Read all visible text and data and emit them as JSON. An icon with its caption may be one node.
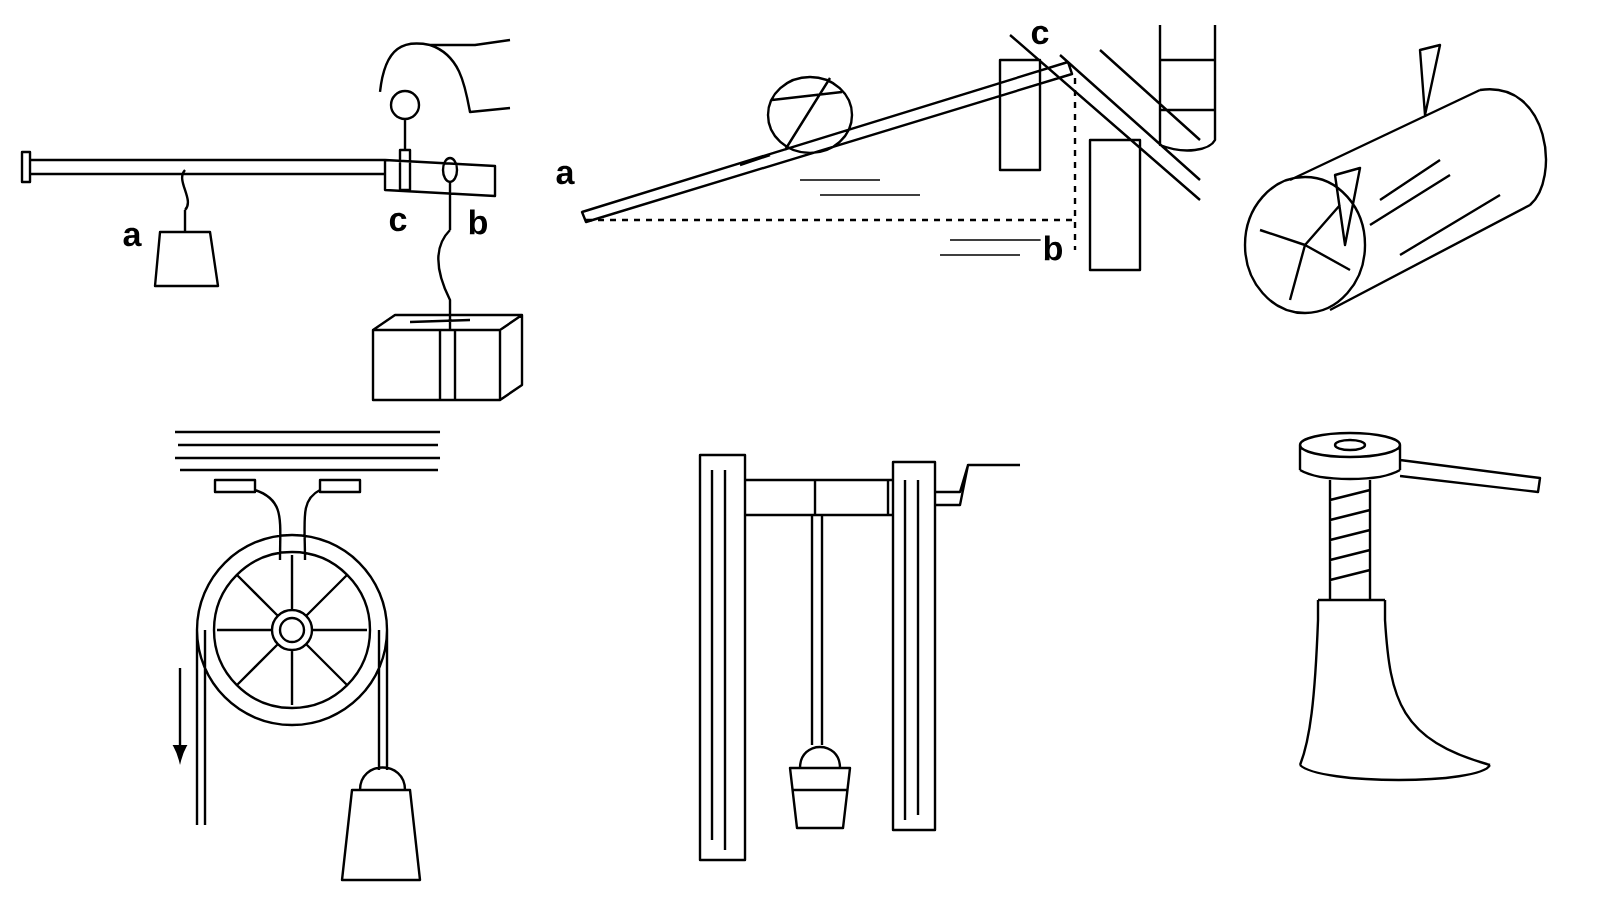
{
  "diagram": {
    "labels": [
      "a",
      "c",
      "b",
      "c",
      "a",
      "b"
    ]
  }
}
